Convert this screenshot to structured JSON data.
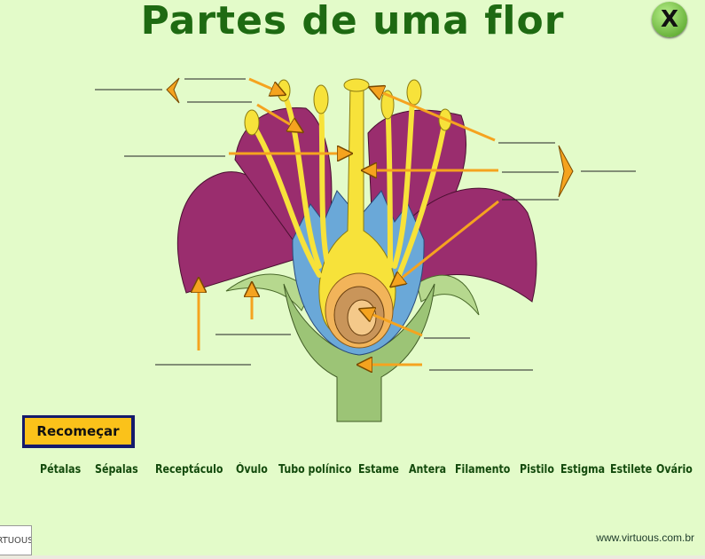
{
  "title": "Partes de uma flor",
  "close_label": "X",
  "restart_label": "Recomeçar",
  "words": [
    "Pétalas",
    "Sépalas",
    "Receptáculo",
    "Óvulo",
    "Tubo polínico",
    "Estame",
    "Antera",
    "Filamento",
    "Pistilo",
    "Estigma",
    "Estilete",
    "Ovário"
  ],
  "logo_text": "RTUOUS",
  "url": "www.virtuous.com.br",
  "colors": {
    "background": "#e3fbc9",
    "title": "#1e6a12",
    "petal": "#9a2d6e",
    "sepal": "#9cc476",
    "inner": "#6aa8d8",
    "pistil": "#f7e23a",
    "arrow": "#f5a31f",
    "button": "#fbc21a"
  }
}
